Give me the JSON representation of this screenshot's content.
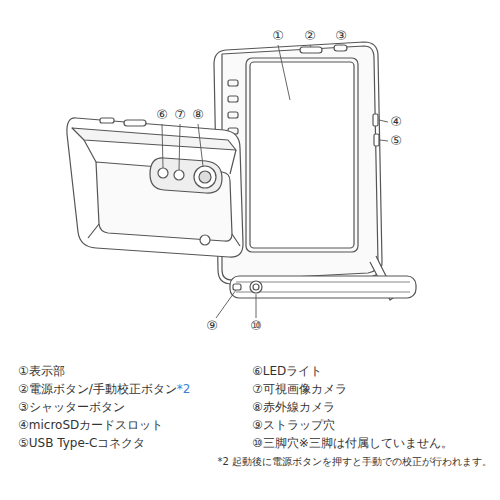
{
  "diagram": {
    "labels": [
      "①",
      "②",
      "③",
      "④",
      "⑤",
      "⑥",
      "⑦",
      "⑧",
      "⑨",
      "⑩",
      "①表示部",
      "②電源ボタン/手動校正ボタン",
      "*2",
      "③シャッターボタン",
      "④microSDカードスロット",
      "⑤USB Type-Cコネクタ",
      "⑥LEDライト",
      "⑦可視画像カメラ",
      "⑧赤外線カメラ",
      "⑨ストラップ穴",
      "⑩三脚穴※三脚は付属していません。",
      "*2 起動後に電源ボタンを押すと手動での校正が行われます。"
    ]
  }
}
